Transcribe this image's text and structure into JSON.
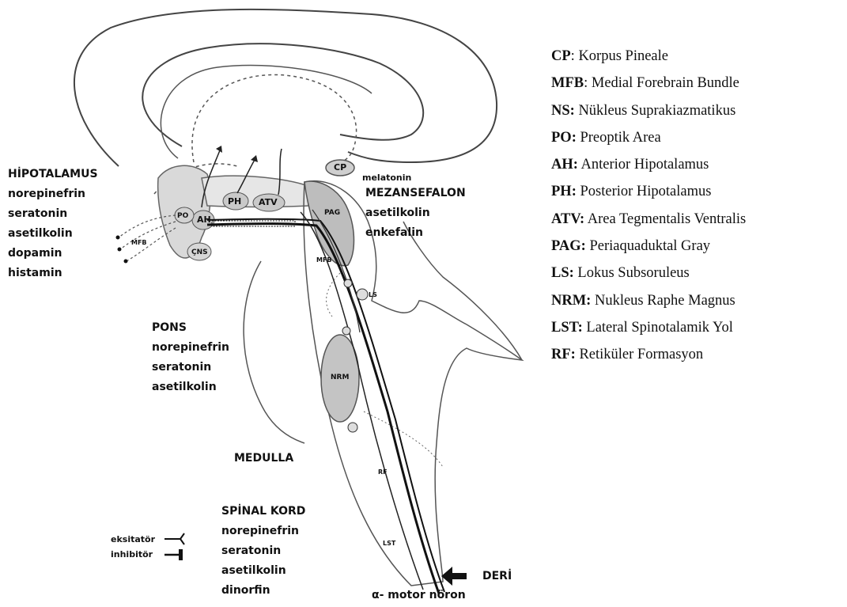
{
  "diagram": {
    "nuclei": {
      "cp": "CP",
      "ph": "PH",
      "atv": "ATV",
      "ah": "AH",
      "po": "PO",
      "ns": "ÇNS",
      "pag": "PAG",
      "nrm": "NRM",
      "ls": "LS",
      "rf": "RF",
      "lst": "LST",
      "mfb": "MFB",
      "mfb2": "MFB"
    },
    "regions": {
      "hipotalamus": {
        "title": "HİPOTALAMUS",
        "items": [
          "norepinefrin",
          "seratonin",
          "asetilkolin",
          "dopamin",
          "histamin"
        ]
      },
      "mezansefalon": {
        "pre": "melatonin",
        "title": "MEZANSEFALON",
        "items": [
          "asetilkolin",
          "enkefalin"
        ]
      },
      "pons": {
        "title": "PONS",
        "items": [
          "norepinefrin",
          "seratonin",
          "asetilkolin"
        ]
      },
      "medulla": {
        "title": "MEDULLA"
      },
      "spinal": {
        "title": "SPİNAL KORD",
        "items": [
          "norepinefrin",
          "seratonin",
          "asetilkolin",
          "dinorfin"
        ]
      }
    },
    "synapse_legend": {
      "excitatory": "eksitatör",
      "inhibitory": "inhibitör"
    },
    "skin": "DERİ",
    "motor": "α- motor nöron"
  },
  "legend": [
    {
      "abbr": "CP",
      "sep": ": ",
      "desc": "Korpus Pineale"
    },
    {
      "abbr": "MFB",
      "sep": ": ",
      "desc": "Medial Forebrain Bundle"
    },
    {
      "abbr": "NS:",
      "sep": " ",
      "desc": "Nükleus Suprakiazmatikus"
    },
    {
      "abbr": "PO:",
      "sep": " ",
      "desc": "Preoptik Area"
    },
    {
      "abbr": "AH:",
      "sep": " ",
      "desc": "Anterior Hipotalamus"
    },
    {
      "abbr": "PH:",
      "sep": " ",
      "desc": "Posterior Hipotalamus"
    },
    {
      "abbr": "ATV:",
      "sep": " ",
      "desc": "Area Tegmentalis Ventralis"
    },
    {
      "abbr": "PAG:",
      "sep": " ",
      "desc": "Periaquaduktal Gray"
    },
    {
      "abbr": "LS:",
      "sep": " ",
      "desc": "Lokus Subsoruleus"
    },
    {
      "abbr": "NRM:",
      "sep": " ",
      "desc": "Nukleus Raphe Magnus"
    },
    {
      "abbr": "LST:",
      "sep": " ",
      "desc": "Lateral Spinotalamik Yol"
    },
    {
      "abbr": "RF:",
      "sep": " ",
      "desc": "Retiküler Formasyon"
    }
  ]
}
